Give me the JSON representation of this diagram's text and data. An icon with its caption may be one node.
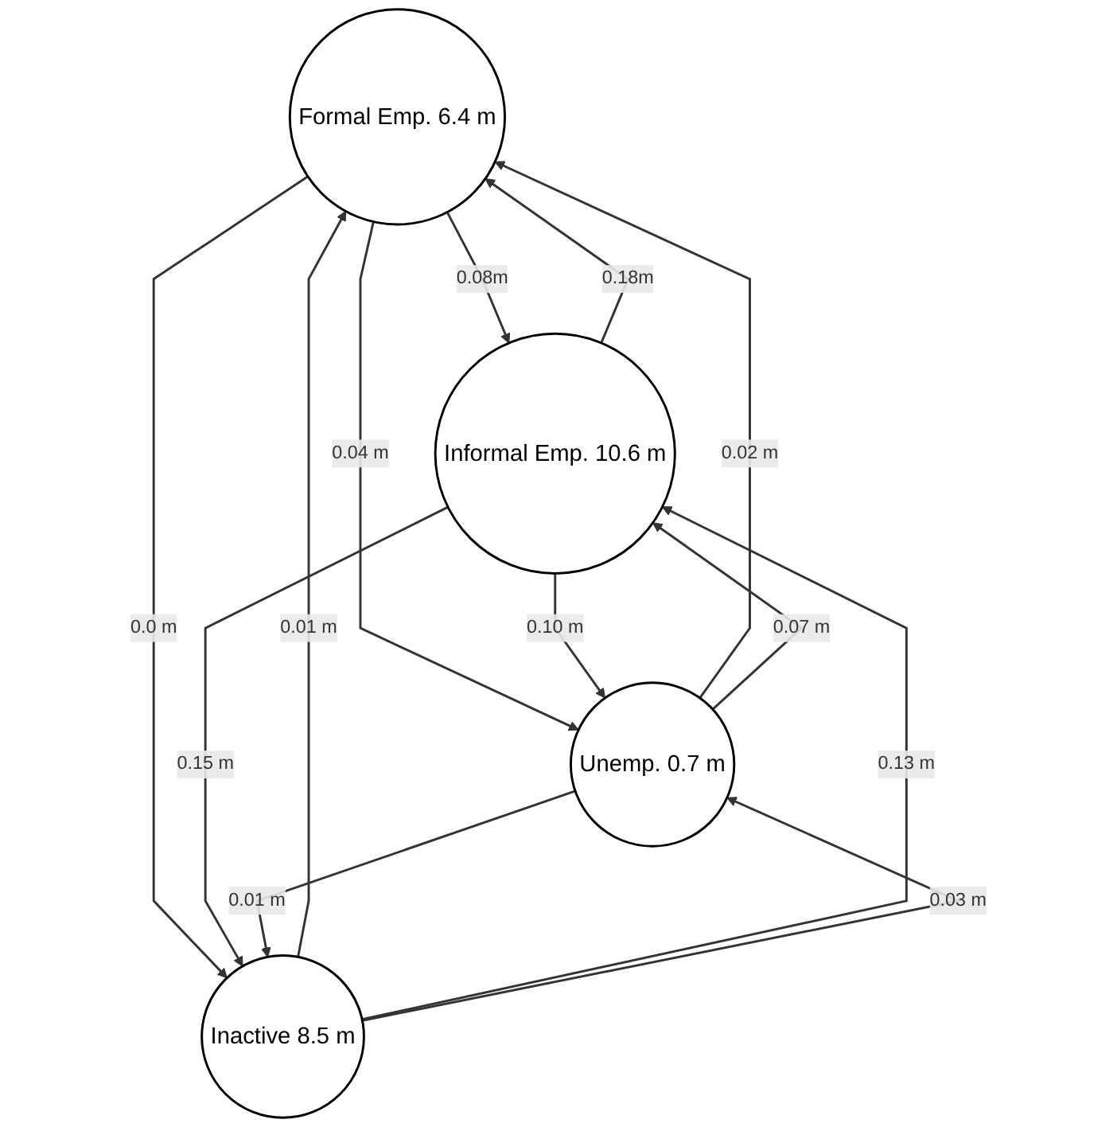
{
  "diagram": {
    "nodes": [
      {
        "text": [
          "Formal Emp. 6.4 m"
        ]
      },
      {
        "text": [
          "Informal Emp. 10.6 m"
        ]
      },
      {
        "text": [
          "Unemp. 0.7 m"
        ]
      },
      {
        "text": [
          "Inactive 8.5 m"
        ]
      }
    ],
    "edges": [
      {
        "from": 0,
        "to": 1,
        "arrow": "to",
        "label": "0.08m"
      },
      {
        "from": 1,
        "to": 0,
        "arrow": "to",
        "label": "0.18m"
      },
      {
        "from": 0,
        "to": 2,
        "arrow": "to",
        "label": "0.04 m"
      },
      {
        "from": 2,
        "to": 0,
        "arrow": "to",
        "label": "0.02 m"
      },
      {
        "from": 3,
        "to": 0,
        "arrow": "to",
        "label": "0.01 m"
      },
      {
        "from": 0,
        "to": 3,
        "arrow": "to",
        "label": "0.0 m"
      },
      {
        "from": 2,
        "to": 1,
        "arrow": "to",
        "label": "0.07 m"
      },
      {
        "from": 1,
        "to": 2,
        "arrow": "to",
        "label": "0.10 m"
      },
      {
        "from": 3,
        "to": 1,
        "arrow": "to",
        "label": "0.13 m"
      },
      {
        "from": 1,
        "to": 3,
        "arrow": "to",
        "label": "0.15 m"
      },
      {
        "from": 3,
        "to": 2,
        "arrow": "to",
        "label": "0.03 m"
      },
      {
        "from": 2,
        "to": 3,
        "arrow": "to",
        "label": "0.01 m"
      }
    ]
  }
}
